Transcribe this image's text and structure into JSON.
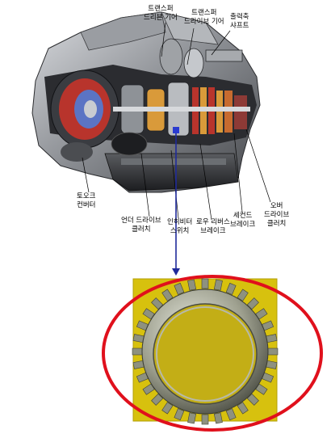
{
  "labels": {
    "transfer_driven_gear": [
      "트랜스퍼",
      "드리븐 기어"
    ],
    "transfer_drive_gear": [
      "트랜스퍼",
      "드라이브 기어"
    ],
    "output_shaft": [
      "출력축",
      "샤프트"
    ],
    "torque_converter": [
      "토오크",
      "컨버터"
    ],
    "underdrive_clutch": [
      "언더 드라이브",
      "클러치"
    ],
    "inhibitor_switch": [
      "인히비터",
      "스위치"
    ],
    "low_reverse_brake": [
      "로우 리버스",
      "브레이크"
    ],
    "second_brake": [
      "세컨드",
      "브레이크"
    ],
    "overdrive_clutch": [
      "오버",
      "드라이브",
      "클러치"
    ]
  },
  "colors": {
    "highlight_circle": "#e0101c",
    "connector_line": "#1f2a9a",
    "photo_background": "#d7c10e",
    "housing_gray": "#6b6e72",
    "clutch_red": "#b8342c",
    "clutch_blue": "#5b74c4",
    "gear_orange": "#d99a3a"
  },
  "icons": {
    "transmission": "automatic-transmission-cutaway",
    "ring": "synchronizer-ring-photo"
  }
}
